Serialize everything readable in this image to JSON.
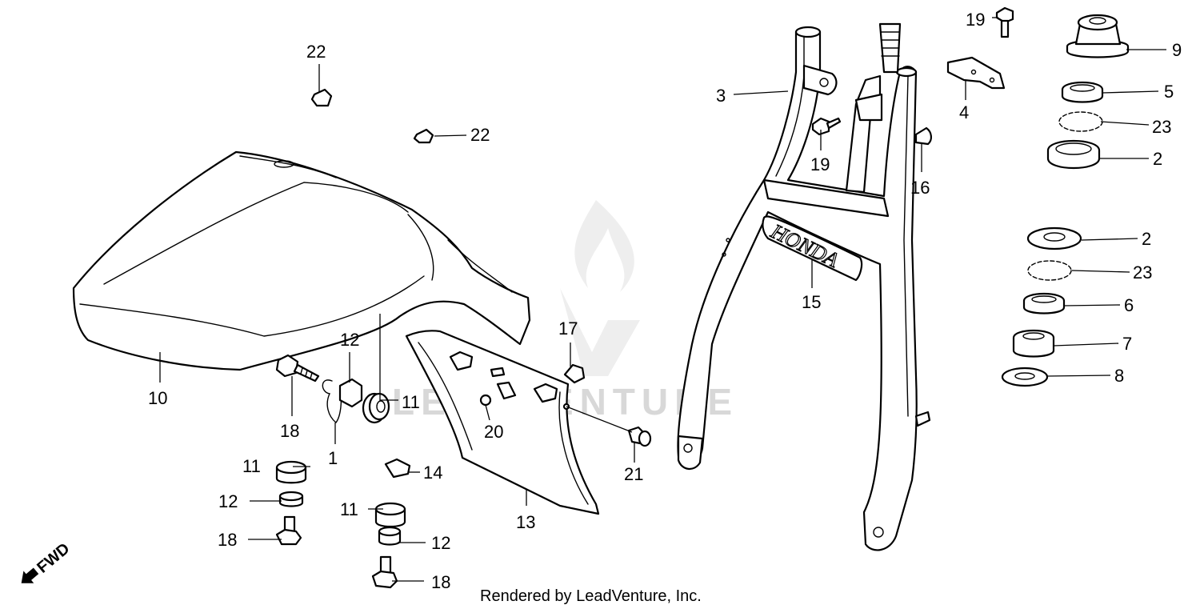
{
  "watermark": {
    "text": "LEADVENTURE"
  },
  "footer": {
    "text": "Rendered by LeadVenture, Inc."
  },
  "direction_marker": {
    "text": "FWD"
  },
  "emblem": {
    "text": "HONDA"
  },
  "callouts": {
    "c1": "1",
    "c2a": "2",
    "c2b": "2",
    "c3": "3",
    "c4": "4",
    "c5": "5",
    "c6": "6",
    "c7": "7",
    "c8": "8",
    "c9": "9",
    "c10": "10",
    "c11a": "11",
    "c11b": "11",
    "c11c": "11",
    "c12a": "12",
    "c12b": "12",
    "c12c": "12",
    "c13": "13",
    "c14": "14",
    "c15": "15",
    "c16": "16",
    "c17": "17",
    "c18a": "18",
    "c18b": "18",
    "c18c": "18",
    "c19a": "19",
    "c19b": "19",
    "c20": "20",
    "c21": "21",
    "c22a": "22",
    "c22b": "22",
    "c23a": "23",
    "c23b": "23"
  }
}
